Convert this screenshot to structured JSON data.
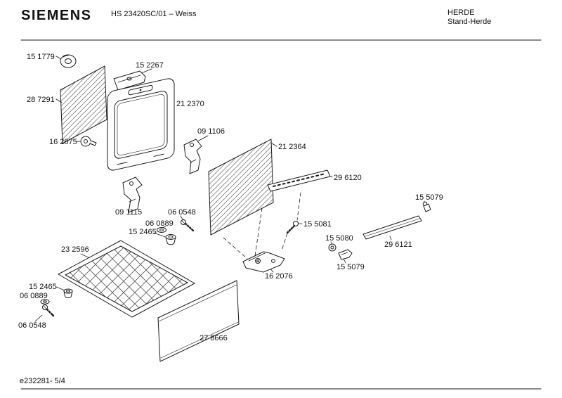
{
  "header": {
    "brand": "SIEMENS",
    "model": "HS 23420SC/01 – Weiss",
    "category": "HERDE",
    "subcategory": "Stand-Herde"
  },
  "footer": {
    "doc_ref": "e232281- 5/4"
  },
  "diagram": {
    "parts": [
      {
        "label": "15 1779"
      },
      {
        "label": "15 2267"
      },
      {
        "label": "28 7291"
      },
      {
        "label": "21 2370"
      },
      {
        "label": "16 2075"
      },
      {
        "label": "09 1106"
      },
      {
        "label": "21 2364"
      },
      {
        "label": "29 6120"
      },
      {
        "label": "15 5079"
      },
      {
        "label": "09 1115"
      },
      {
        "label": "06 0548"
      },
      {
        "label": "06 0889"
      },
      {
        "label": "15 2465"
      },
      {
        "label": "15 5081"
      },
      {
        "label": "15 5080"
      },
      {
        "label": "29 6121"
      },
      {
        "label": "23 2596"
      },
      {
        "label": "15 5079"
      },
      {
        "label": "16 2076"
      },
      {
        "label": "15 2465"
      },
      {
        "label": "06 0889"
      },
      {
        "label": "06 0548"
      },
      {
        "label": "27 8666"
      }
    ]
  }
}
